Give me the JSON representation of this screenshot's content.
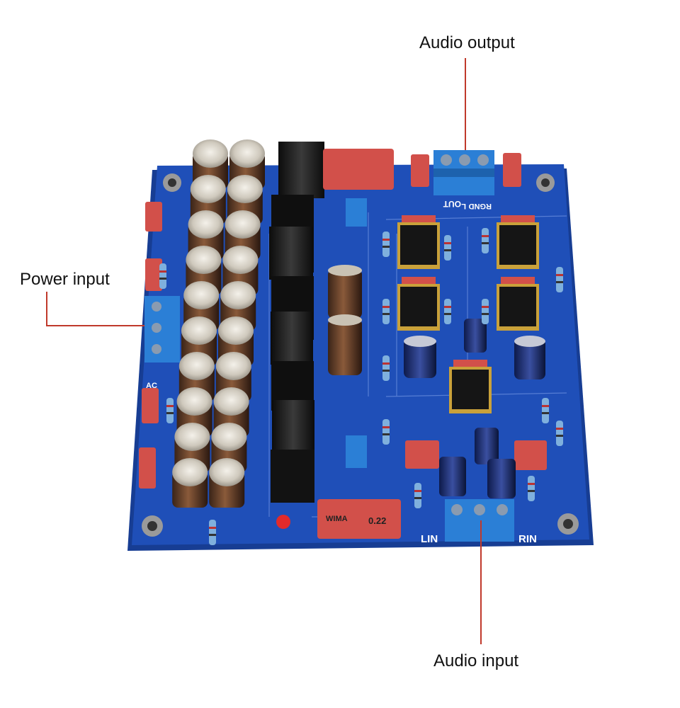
{
  "callouts": {
    "audio_output": "Audio output",
    "power_input": "Power input",
    "audio_input": "Audio input"
  },
  "silkscreen": {
    "out_label": "OUT",
    "r_label": "R",
    "gnd_label": "GND",
    "l_label": "L",
    "lin_label": "LIN",
    "rin_label": "RIN",
    "ac_label": "AC",
    "film_cap_brand": "WIMA",
    "film_cap_value": "0.22"
  },
  "colors": {
    "pcb": "#1f4fb8",
    "pcb_edge": "#173d93",
    "callout_line": "#c0392b",
    "terminal_block": "#2b7fd6",
    "heatsink": "#1a1a1a",
    "capacitor_gold": "#9a7a3a",
    "film_cap_red": "#d2504a",
    "opamp_socket": "#c9a13a"
  }
}
